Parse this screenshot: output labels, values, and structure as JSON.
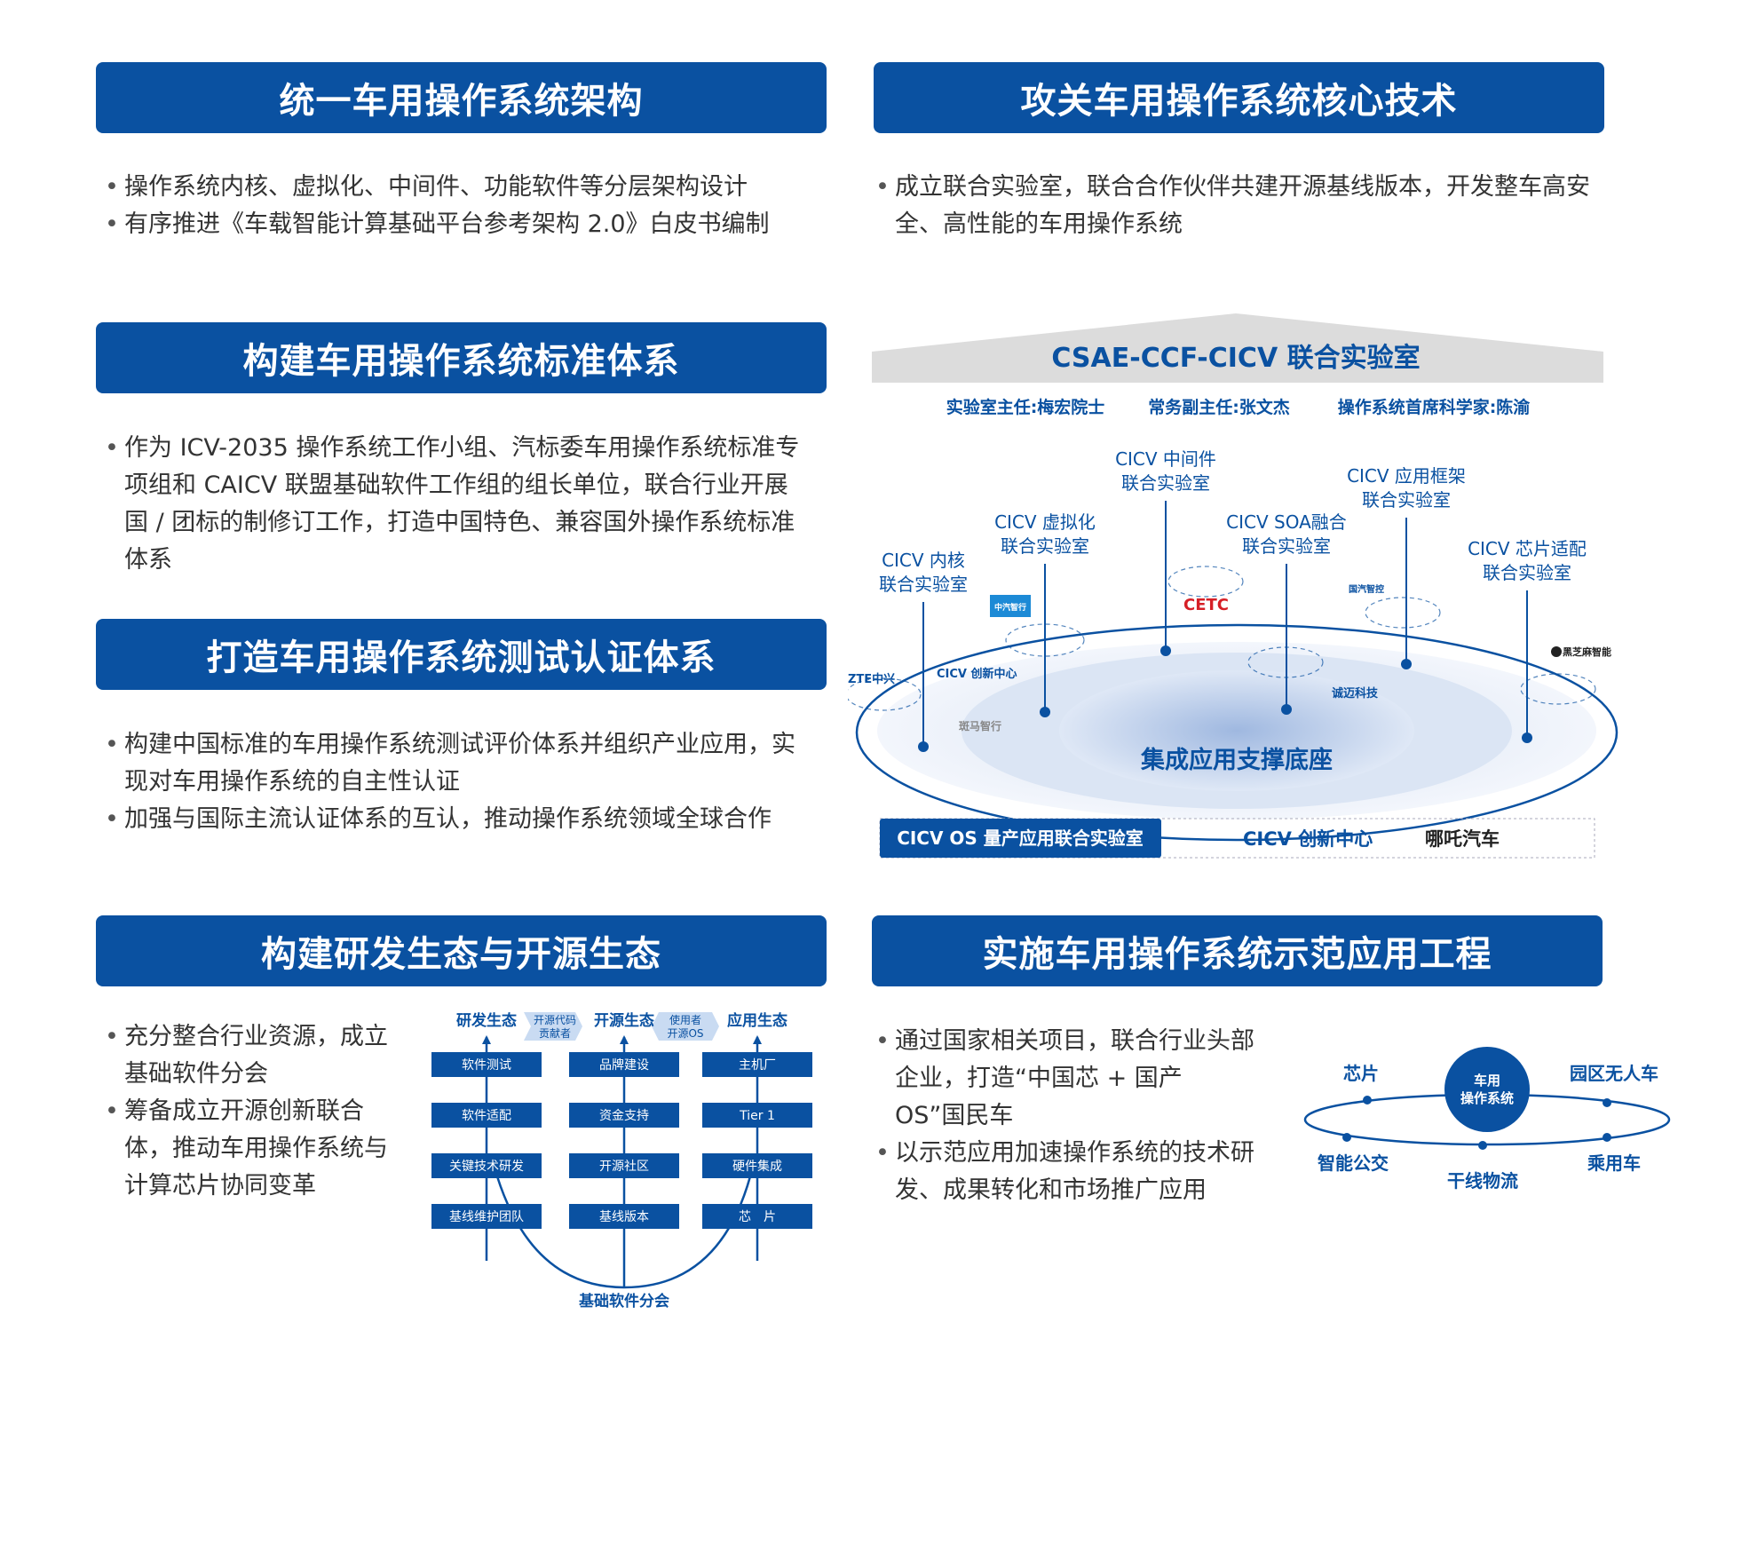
{
  "sections": {
    "s1": {
      "title": "统一车用操作系统架构",
      "bullets": [
        "操作系统内核、虚拟化、中间件、功能软件等分层架构设计",
        "有序推进《车载智能计算基础平台参考架构 2.0》白皮书编制"
      ]
    },
    "s2": {
      "title": "攻关车用操作系统核心技术",
      "bullets": [
        "成立联合实验室，联合合作伙伴共建开源基线版本，开发整车高安全、高性能的车用操作系统"
      ]
    },
    "s3": {
      "title": "构建车用操作系统标准体系",
      "bullets": [
        "作为 ICV-2035 操作系统工作小组、汽标委车用操作系统标准专项组和 CAICV 联盟基础软件工作组的组长单位，联合行业开展国 / 团标的制修订工作，打造中国特色、兼容国外操作系统标准体系"
      ]
    },
    "s4": {
      "title": "打造车用操作系统测试认证体系",
      "bullets": [
        "构建中国标准的车用操作系统测试评价体系并组织产业应用，实现对车用操作系统的自主性认证",
        "加强与国际主流认证体系的互认，推动操作系统领域全球合作"
      ]
    },
    "s5": {
      "title": "构建研发生态与开源生态",
      "bullets": [
        "充分整合行业资源，成立基础软件分会",
        "筹备成立开源创新联合体，推动车用操作系统与计算芯片协同变革"
      ]
    },
    "s6": {
      "title": "实施车用操作系统示范应用工程",
      "bullets": [
        "通过国家相关项目，联合行业头部企业，打造“中国芯 + 国产 OS”国民车",
        "以示范应用加速操作系统的技术研发、成果转化和市场推广应用"
      ]
    }
  },
  "lab": {
    "title": "CSAE-CCF-CICV 联合实验室",
    "staff": [
      "实验室主任:梅宏院士",
      "常务副主任:张文杰",
      "操作系统首席科学家:陈渝"
    ],
    "labs": [
      [
        "CICV 内核",
        "联合实验室"
      ],
      [
        "CICV 虚拟化",
        "联合实验室"
      ],
      [
        "CICV 中间件",
        "联合实验室"
      ],
      [
        "CICV SOA融合",
        "联合实验室"
      ],
      [
        "CICV 应用框架",
        "联合实验室"
      ],
      [
        "CICV 芯片适配",
        "联合实验室"
      ]
    ],
    "base": "集成应用支撑底座",
    "os_lab": "CICV OS 量产应用联合实验室",
    "logos": {
      "zte": "ZTE中兴",
      "cicv": "CICV 创新中心",
      "zhongqi": "中汽智行",
      "cetc": "CETC",
      "aicc": "国汽智控",
      "black": "黑芝麻智能",
      "archer": "诚迈科技",
      "banma": "斑马智行",
      "nezha": "哪吒汽车"
    }
  },
  "eco": {
    "heads": [
      "研发生态",
      "开源生态",
      "应用生态"
    ],
    "arrow1": [
      "开源代码",
      "贡献者"
    ],
    "arrow2": [
      "使用者",
      "开源OS"
    ],
    "cols": [
      [
        "软件测试",
        "软件适配",
        "关键技术研发",
        "基线维护团队"
      ],
      [
        "品牌建设",
        "资金支持",
        "开源社区",
        "基线版本"
      ],
      [
        "主机厂",
        "Tier 1",
        "硬件集成",
        "芯　片"
      ]
    ],
    "base": "基础软件分会"
  },
  "car": {
    "center": [
      "车用",
      "操作系统"
    ],
    "items": [
      "芯片",
      "园区无人车",
      "智能公交",
      "干线物流",
      "乘用车"
    ]
  },
  "colors": {
    "brand": "#0a51a1"
  }
}
